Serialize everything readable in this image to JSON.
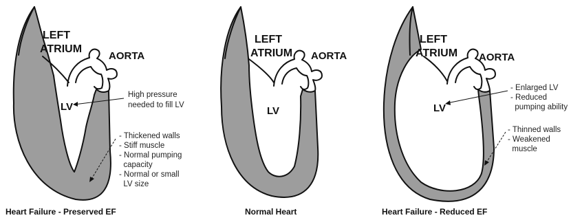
{
  "panels": [
    {
      "caption": "Heart Failure - Preserved EF",
      "labels": {
        "atrium": [
          "LEFT",
          "ATRIUM"
        ],
        "aorta": "AORTA",
        "lv": "LV"
      },
      "annotations": {
        "pressure": [
          "High pressure",
          "needed to fill LV"
        ],
        "walls": [
          "- Thickened walls",
          "- Stiff muscle",
          "- Normal pumping",
          "  capacity",
          "- Normal or small",
          "  LV size"
        ]
      }
    },
    {
      "caption": "Normal Heart",
      "labels": {
        "atrium": [
          "LEFT",
          "ATRIUM"
        ],
        "aorta": "AORTA",
        "lv": "LV"
      }
    },
    {
      "caption": "Heart Failure - Reduced EF",
      "labels": {
        "atrium": [
          "LEFT",
          "ATRIUM"
        ],
        "aorta": "AORTA",
        "lv": "LV"
      },
      "annotations": {
        "chamber": [
          "- Enlarged LV",
          "- Reduced",
          "  pumping ability"
        ],
        "walls": [
          "- Thinned walls",
          "- Weakened",
          "  muscle"
        ]
      }
    }
  ],
  "colors": {
    "muscle": "#9d9d9d",
    "outline": "#111111",
    "background": "#ffffff"
  }
}
